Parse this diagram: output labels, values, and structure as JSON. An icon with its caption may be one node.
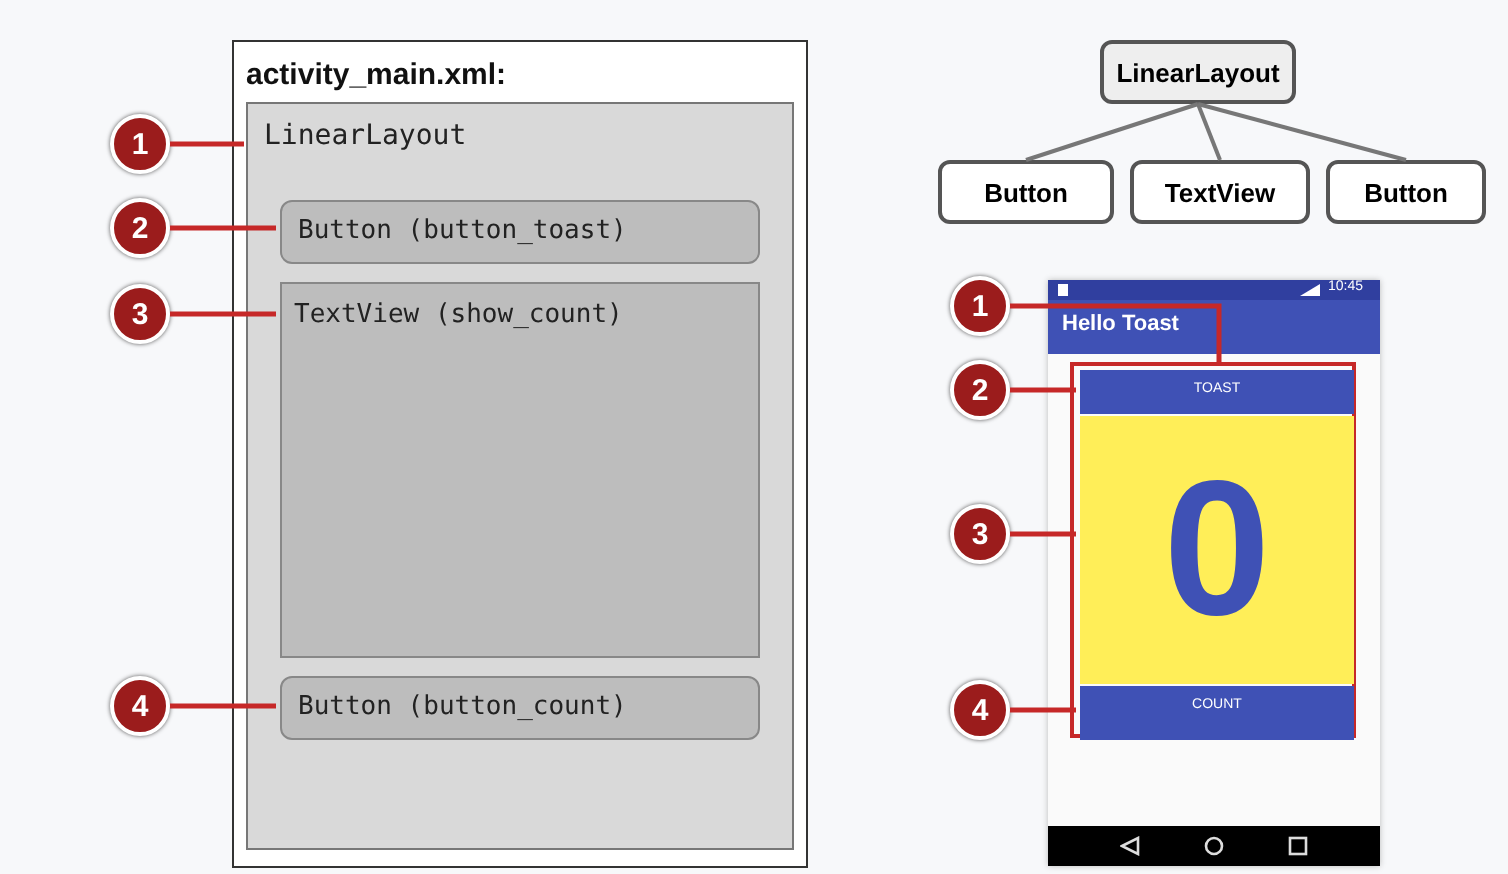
{
  "diagram": {
    "nodes": [
      {
        "text": [
          "activity_main.xml:"
        ]
      },
      {
        "text": [
          "LinearLayout"
        ],
        "in": 0
      },
      {
        "text": [
          "Button (button_toast)"
        ],
        "in": 1
      },
      {
        "text": [
          "TextView (show_count)"
        ],
        "in": 1
      },
      {
        "text": [
          "Button (button_count)"
        ],
        "in": 1
      },
      {
        "text": [
          "1"
        ]
      },
      {
        "text": [
          "2"
        ]
      },
      {
        "text": [
          "3"
        ]
      },
      {
        "text": [
          "4"
        ]
      },
      {
        "text": [
          "LinearLayout"
        ]
      },
      {
        "text": [
          "Button"
        ]
      },
      {
        "text": [
          "TextView"
        ]
      },
      {
        "text": [
          "Button"
        ]
      },
      {
        "text": [],
        "shape": "picture"
      },
      {
        "text": [
          "Hello Toast"
        ],
        "in": 13
      },
      {
        "text": [],
        "shape": "box",
        "in": 13
      },
      {
        "text": [
          "TOAST"
        ],
        "in": 15
      },
      {
        "text": [
          "0"
        ],
        "in": 15
      },
      {
        "text": [
          "COUNT"
        ],
        "in": 15
      },
      {
        "text": [
          "1"
        ]
      },
      {
        "text": [
          "2"
        ]
      },
      {
        "text": [
          "3"
        ]
      },
      {
        "text": [
          "4"
        ]
      }
    ],
    "edges": [
      {
        "from": 5,
        "to": 1,
        "arrow": "none"
      },
      {
        "from": 6,
        "to": 2,
        "arrow": "none"
      },
      {
        "from": 7,
        "to": 3,
        "arrow": "none"
      },
      {
        "from": 8,
        "to": 4,
        "arrow": "none"
      },
      {
        "from": 9,
        "to": 10,
        "arrow": "none"
      },
      {
        "from": 9,
        "to": 11,
        "arrow": "none"
      },
      {
        "from": 9,
        "to": 12,
        "arrow": "none"
      },
      {
        "from": 19,
        "to": 15,
        "arrow": "none"
      },
      {
        "from": 20,
        "to": 16,
        "arrow": "none"
      },
      {
        "from": 21,
        "to": 17,
        "arrow": "none"
      },
      {
        "from": 22,
        "to": 18,
        "arrow": "none"
      }
    ],
    "labels": [
      "10:45"
    ]
  }
}
